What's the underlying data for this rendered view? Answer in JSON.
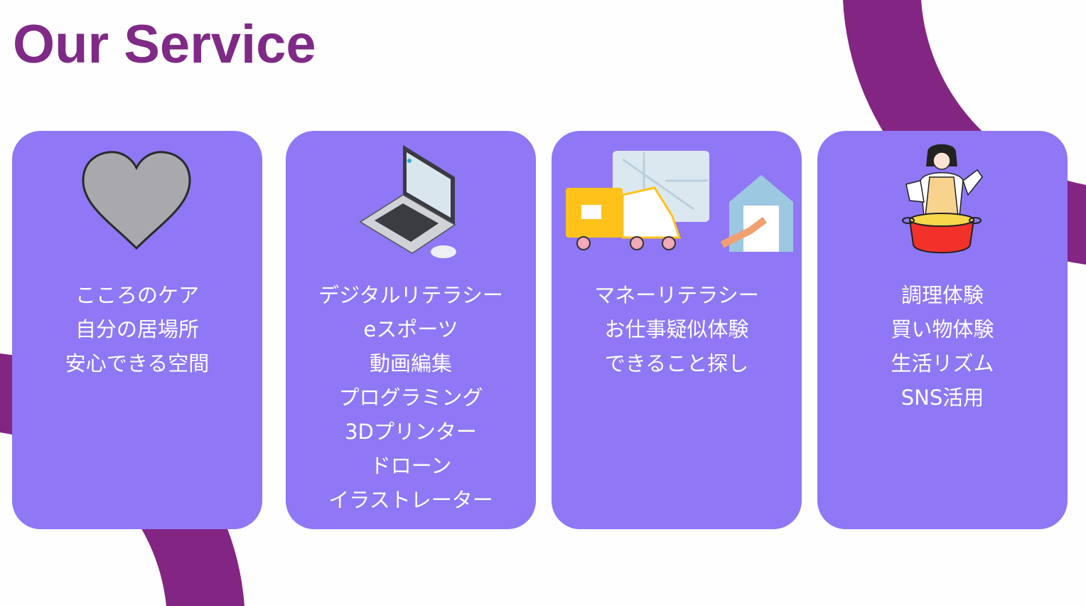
{
  "title": "Our Service",
  "colors": {
    "accent": "#832583",
    "card": "#8f77f5",
    "title": "#7f2a86"
  },
  "cards": [
    {
      "icon": "heart-icon",
      "lines": [
        "こころのケア",
        "自分の居場所",
        "安心できる空間"
      ]
    },
    {
      "icon": "laptop-icon",
      "lines": [
        "デジタルリテラシー",
        "eスポーツ",
        "動画編集",
        "プログラミング",
        "3Dプリンター",
        "ドローン",
        "イラストレーター"
      ]
    },
    {
      "icon": "delivery-truck-icon",
      "lines": [
        "マネーリテラシー",
        "お仕事疑似体験",
        "できること探し"
      ]
    },
    {
      "icon": "cooking-person-icon",
      "lines": [
        "調理体験",
        "買い物体験",
        "生活リズム",
        "SNS活用"
      ]
    }
  ]
}
